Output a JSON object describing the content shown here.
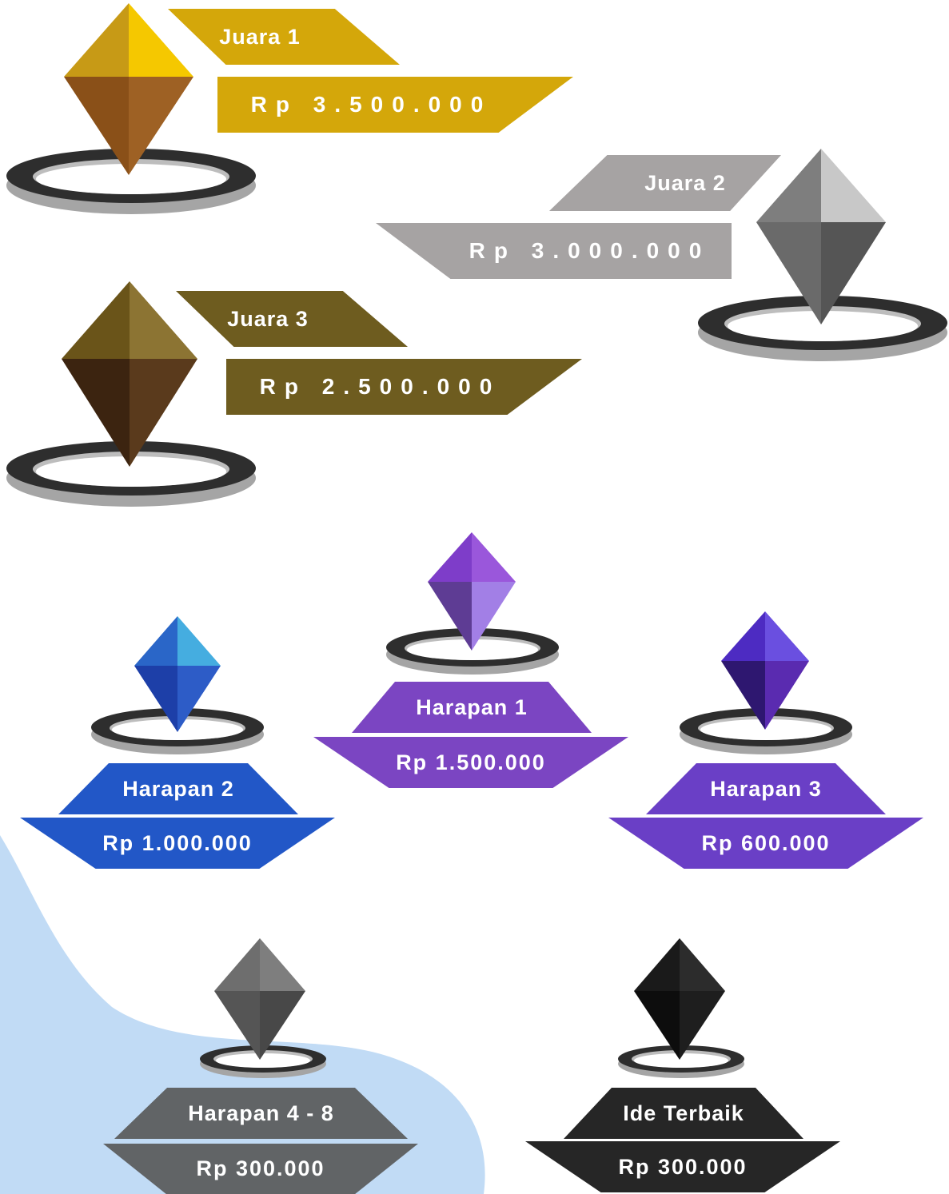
{
  "colors": {
    "gold": "#D4A70A",
    "silver": "#A6A3A3",
    "bronze": "#6E5C1F",
    "harapan1": "#7B45C2",
    "harapan2": "#2257C7",
    "harapan3": "#6A3FC6",
    "harapan4_8": "#616466",
    "ide_terbaik": "#262626",
    "background_blob": "#C1DBF5"
  },
  "prizes": [
    {
      "title": "Juara 1",
      "amount": "Rp 3.500.000",
      "gem_icon": "gold-diamond-icon"
    },
    {
      "title": "Juara 2",
      "amount": "Rp 3.000.000",
      "gem_icon": "silver-diamond-icon"
    },
    {
      "title": "Juara 3",
      "amount": "Rp 2.500.000",
      "gem_icon": "bronze-diamond-icon"
    },
    {
      "title": "Harapan 1",
      "amount": "Rp 1.500.000",
      "gem_icon": "purple-diamond-icon"
    },
    {
      "title": "Harapan 2",
      "amount": "Rp 1.000.000",
      "gem_icon": "blue-diamond-icon"
    },
    {
      "title": "Harapan 3",
      "amount": "Rp 600.000",
      "gem_icon": "violet-diamond-icon"
    },
    {
      "title": "Harapan 4 - 8",
      "amount": "Rp 300.000",
      "gem_icon": "gray-diamond-icon"
    },
    {
      "title": "Ide Terbaik",
      "amount": "Rp 300.000",
      "gem_icon": "black-diamond-icon"
    }
  ]
}
